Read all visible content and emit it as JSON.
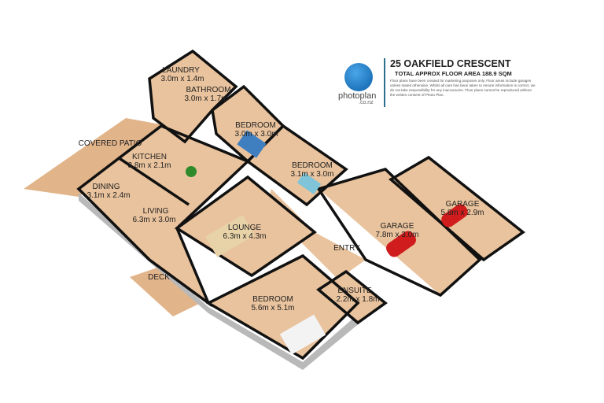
{
  "header": {
    "title": "25 OAKFIELD CRESCENT",
    "subtitle": "TOTAL APPROX FLOOR AREA 188.9 SQM",
    "disclaimer": "Floor plans have been created for marketing purposes only. Floor areas include garages unless stated otherwise. Whilst all care has been taken to ensure information is correct, we do not take responsibility for any inaccuracies. Floor plans cannot be reproduced without the written consent of Photo Plan.",
    "logo": {
      "name": "photoplan",
      "sub": ".co.nz",
      "icon": "house-in-circle-icon",
      "color": "#1a73c4"
    }
  },
  "rooms": [
    {
      "name": "LAUNDRY",
      "size": "3.0m x 1.4m"
    },
    {
      "name": "BATHROOM",
      "size": "3.0m x 1.7m"
    },
    {
      "name": "BEDROOM",
      "size": "3.0m x 3.0m"
    },
    {
      "name": "BEDROOM",
      "size": "3.1m x 3.0m"
    },
    {
      "name": "KITCHEN",
      "size": "3.8m x 2.1m"
    },
    {
      "name": "DINING",
      "size": "3.1m x 2.4m"
    },
    {
      "name": "LIVING",
      "size": "6.3m x 3.0m"
    },
    {
      "name": "LOUNGE",
      "size": "6.3m x 4.3m"
    },
    {
      "name": "GARAGE",
      "size": "7.8m x 3.0m"
    },
    {
      "name": "GARAGE",
      "size": "5.8m x 2.9m"
    },
    {
      "name": "ENTRY",
      "size": ""
    },
    {
      "name": "ENSUITE",
      "size": "2.2m x 1.8m"
    },
    {
      "name": "BEDROOM",
      "size": "5.6m x 5.1m"
    }
  ],
  "areas": {
    "patio": "COVERED PATIO",
    "deck": "DECK"
  },
  "colors": {
    "floor": "#e9c39d",
    "wall": "#111111",
    "accent": "#2b6f8e"
  }
}
